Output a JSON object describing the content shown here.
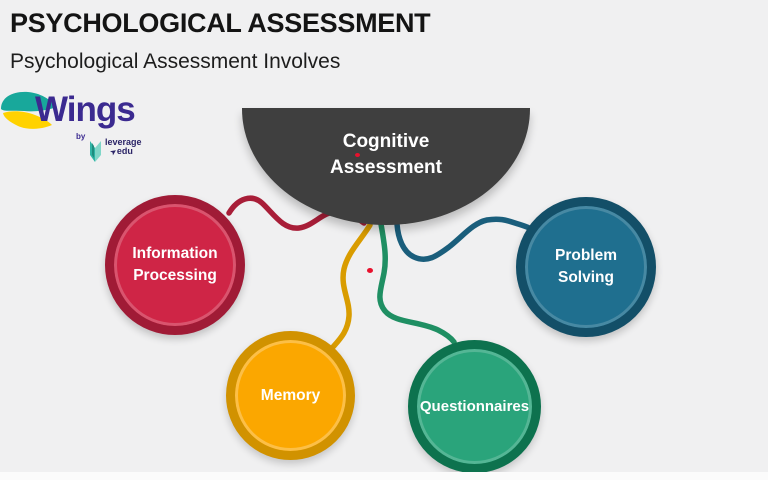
{
  "header": {
    "title": "PSYCHOLOGICAL ASSESSMENT",
    "subtitle": "Psychological Assessment Involves"
  },
  "logo": {
    "brand": "Wings",
    "by_label": "by",
    "partner_line1": "leverage",
    "partner_line2": "edu",
    "brand_color": "#3B2A90",
    "wing_teal": "#18A89B",
    "wing_yellow": "#FFD200",
    "partner_icon_color": "#2FB3A4"
  },
  "canvas": {
    "background": "#F0F0F1"
  },
  "diagram": {
    "center_node": {
      "line1": "Cognitive",
      "line2": "Assessment",
      "fill": "#3F3F3F",
      "text_color": "#FFFFFF"
    },
    "nodes": [
      {
        "id": "information-processing",
        "line1": "Information",
        "line2": "Processing",
        "fill": "#CF2546",
        "ring": "#A01B36"
      },
      {
        "id": "memory",
        "line1": "Memory",
        "line2": "",
        "fill": "#FBA700",
        "ring": "#D19200"
      },
      {
        "id": "questionnaires",
        "line1": "Questionnaires",
        "line2": "",
        "fill": "#2AA47B",
        "ring": "#0D724E"
      },
      {
        "id": "problem-solving",
        "line1": "Problem",
        "line2": "Solving",
        "fill": "#1F6F8F",
        "ring": "#134F68"
      }
    ],
    "connectors": [
      {
        "from": "cognitive-assessment",
        "to": "information-processing",
        "color": "#A81E38"
      },
      {
        "from": "cognitive-assessment",
        "to": "memory",
        "color": "#D99C00"
      },
      {
        "from": "cognitive-assessment",
        "to": "questionnaires",
        "color": "#1F8F63"
      },
      {
        "from": "cognitive-assessment",
        "to": "problem-solving",
        "color": "#1A5E7C"
      }
    ],
    "accent_dot_color": "#E8112D"
  }
}
